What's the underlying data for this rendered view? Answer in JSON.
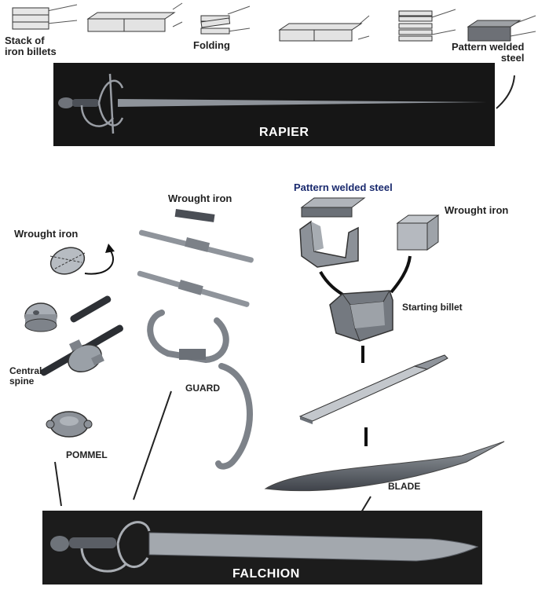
{
  "top_steps": {
    "stack_label_line1": "Stack of",
    "stack_label_line2": "iron billets",
    "folding_label": "Folding",
    "pattern_label_line1": "Pattern welded",
    "pattern_label_line2": "steel"
  },
  "rapier": {
    "title": "RAPIER"
  },
  "hilt": {
    "wrought_iron_label": "Wrought iron",
    "central_spine_line1": "Central",
    "central_spine_line2": "spine",
    "pommel_label": "POMMEL"
  },
  "guard": {
    "wrought_iron_label": "Wrought iron",
    "guard_label": "GUARD"
  },
  "blade": {
    "pattern_label": "Pattern welded steel",
    "wrought_iron_label": "Wrought iron",
    "starting_billet_label": "Starting billet",
    "blade_label": "BLADE"
  },
  "falchion": {
    "title": "FALCHION"
  },
  "colors": {
    "photo_bg": "#161616",
    "metal": "#8a8f96",
    "metal_dark": "#5d6168",
    "pattern_label": "#1a2a6e"
  }
}
